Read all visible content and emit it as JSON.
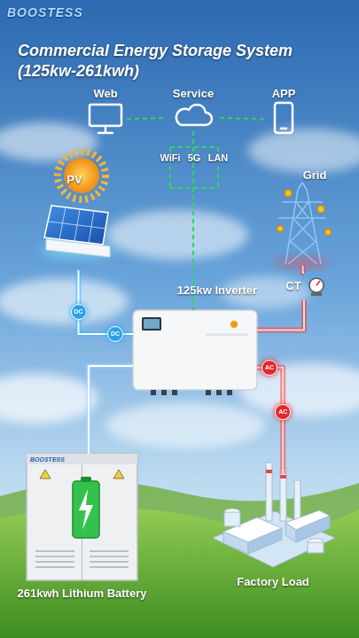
{
  "diagram": {
    "title": "Commercial Energy Storage System (125kw-261kwh)",
    "nodes": [
      {
        "text": [
          "Web"
        ]
      },
      {
        "text": [
          "Service"
        ]
      },
      {
        "text": [
          "APP"
        ]
      },
      {
        "text": [
          "PV"
        ]
      },
      {
        "text": [
          "Grid"
        ]
      },
      {
        "text": [
          "CT"
        ]
      },
      {
        "text": [
          "125kw Inverter"
        ]
      },
      {
        "text": [
          "261kwh Lithium Battery"
        ]
      },
      {
        "text": [
          "Factory Load"
        ]
      }
    ],
    "edges": [
      {
        "from": 0,
        "to": 1,
        "arrow": "none"
      },
      {
        "from": 1,
        "to": 2,
        "arrow": "none"
      },
      {
        "from": 1,
        "to": 6,
        "arrow": "none"
      },
      {
        "from": 3,
        "to": 6,
        "label": "DC",
        "arrow": "none"
      },
      {
        "from": 4,
        "to": 5,
        "arrow": "none"
      },
      {
        "from": 5,
        "to": 6,
        "arrow": "none"
      },
      {
        "from": 7,
        "to": 6,
        "arrow": "none"
      },
      {
        "from": 6,
        "to": 8,
        "label": "AC",
        "arrow": "none"
      }
    ],
    "labels": [
      "BOOSTESS",
      "WiFi",
      "5G",
      "LAN",
      "DC",
      "AC",
      "BOOSTESS"
    ]
  }
}
